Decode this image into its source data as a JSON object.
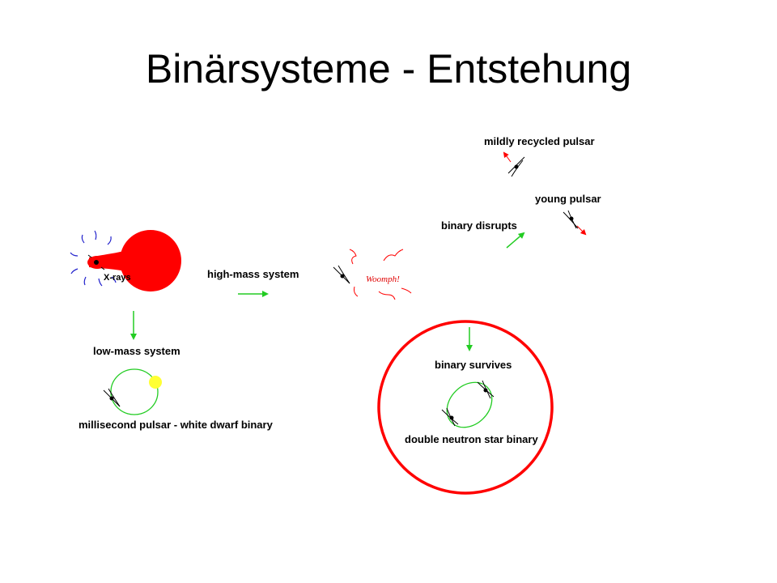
{
  "title": "Binärsysteme - Entstehung",
  "labels": {
    "xrays": "X-rays",
    "high_mass": "high-mass system",
    "low_mass": "low-mass system",
    "msp_wd": "millisecond pulsar - white dwarf binary",
    "mildly_recycled": "mildly recycled pulsar",
    "young_pulsar": "young pulsar",
    "binary_disrupts": "binary disrupts",
    "woomph": "Woomph!",
    "binary_survives": "binary survives",
    "dns_binary": "double neutron star binary"
  },
  "colors": {
    "red": "#ff0000",
    "green": "#22cc22",
    "blue": "#2020cc",
    "yellow": "#ffff33",
    "black": "#000000"
  }
}
